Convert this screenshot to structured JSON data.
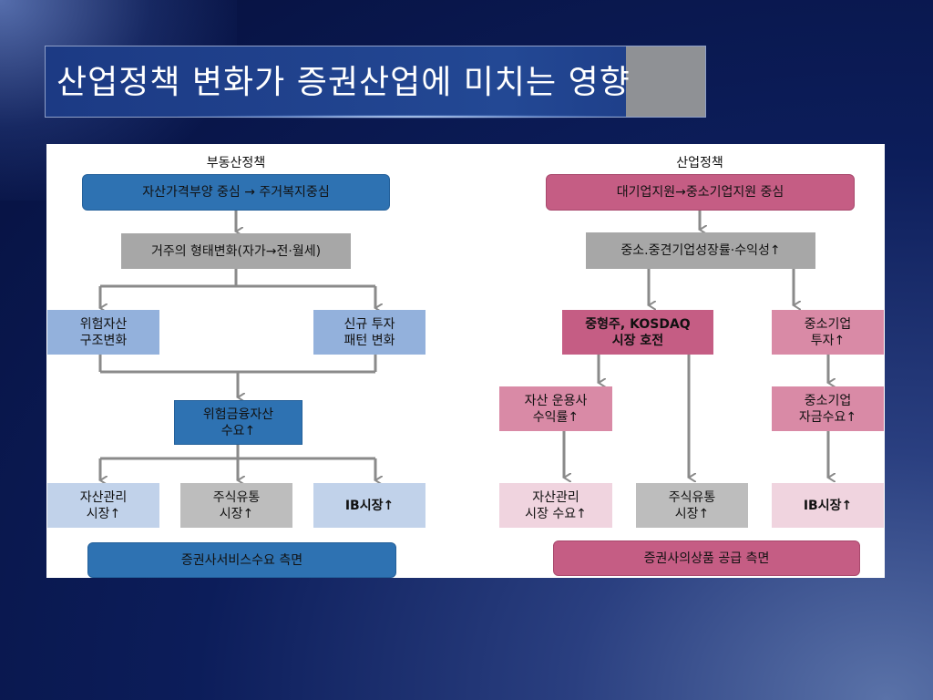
{
  "title": "산업정책 변화가 증권산업에 미치는 영향",
  "left": {
    "heading": "부동산정책",
    "top": "자산가격부양 중심 → 주거복지중심",
    "change": "거주의 형태변화(자가→전·월세)",
    "risk_asset": "위험자산\n구조변화",
    "new_invest": "신규 투자\n패턴 변화",
    "demand": "위험금융자산\n수요↑",
    "asset_mgmt": "자산관리\n시장↑",
    "stock": "주식유통\n시장↑",
    "ib": "IB시장↑",
    "footer": "증권사서비스수요 측면"
  },
  "right": {
    "heading": "산업정책",
    "top": "대기업지원→중소기업지원 중심",
    "growth": "중소.중견기업성장률·수익성↑",
    "kosdaq": "중형주, KOSDAQ\n시장 호전",
    "sme_invest": "중소기업\n투자↑",
    "asset_co": "자산 운용사\n수익률↑",
    "sme_fund": "중소기업\n자금수요↑",
    "asset_mgmt": "자산관리\n시장 수요↑",
    "stock": "주식유통\n시장↑",
    "ib": "IB시장↑",
    "footer": "증권사의상품 공급 측면"
  }
}
